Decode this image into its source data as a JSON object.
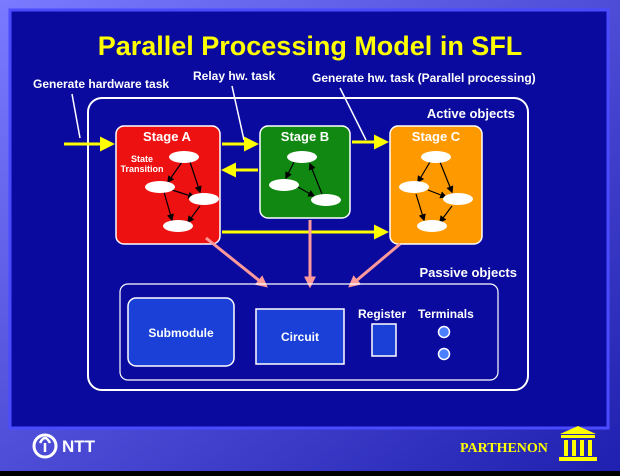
{
  "slide": {
    "title": "Parallel Processing Model in SFL",
    "labels": {
      "generate_hardware_task": "Generate hardware task",
      "relay_hw_task": "Relay hw. task",
      "generate_hw_task_parallel": "Generate hw. task  (Parallel processing)",
      "active_objects": "Active objects",
      "passive_objects": "Passive objects",
      "state_transition_line1": "State",
      "state_transition_line2": "Transition"
    },
    "stages": [
      {
        "label": "Stage A",
        "color": "#ee1111"
      },
      {
        "label": "Stage B",
        "color": "#118811"
      },
      {
        "label": "Stage C",
        "color": "#ff9900"
      }
    ],
    "passive": {
      "submodule": "Submodule",
      "circuit": "Circuit",
      "register": "Register",
      "terminals": "Terminals"
    },
    "footer": {
      "logo": "NTT",
      "brand": "PARTHENON"
    }
  },
  "colors": {
    "background": "#0a0a9e",
    "title": "#ffff00",
    "arrow_yellow": "#ffff00",
    "arrow_pink": "#ff9a9a",
    "module_blue": "#1a40d8"
  }
}
